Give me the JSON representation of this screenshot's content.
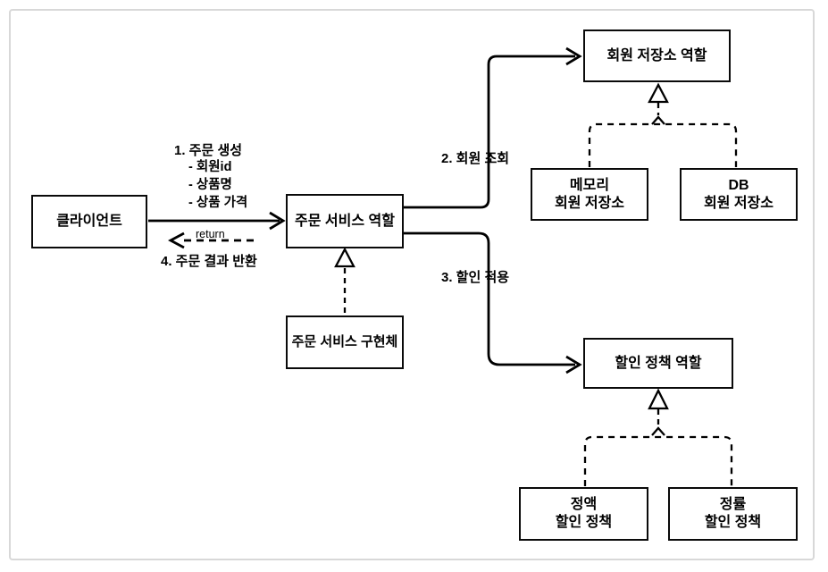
{
  "diagram": {
    "colors": {
      "line": "#000000",
      "frame_border": "#d8d8d8",
      "background": "#ffffff",
      "node_fill": "#ffffff"
    },
    "nodes": {
      "client": {
        "label": "클라이언트"
      },
      "order_service_role": {
        "label": "주문 서비스 역할"
      },
      "order_service_impl": {
        "label": "주문 서비스 구현체"
      },
      "member_repo_role": {
        "label": "회원 저장소 역할"
      },
      "memory_member_repo": {
        "line1": "메모리",
        "line2": "회원 저장소"
      },
      "db_member_repo": {
        "line1": "DB",
        "line2": "회원 저장소"
      },
      "discount_policy_role": {
        "label": "할인 정책 역할"
      },
      "fixed_discount_policy": {
        "line1": "정액",
        "line2": "할인 정책"
      },
      "rate_discount_policy": {
        "line1": "정률",
        "line2": "할인 정책"
      }
    },
    "edges": {
      "order_create": {
        "label": "1. 주문 생성",
        "params": [
          "- 회원id",
          "- 상품명",
          "- 상품 가격"
        ]
      },
      "member_lookup": {
        "label": "2. 회원 조회"
      },
      "discount_apply": {
        "label": "3. 할인 적용"
      },
      "order_return": {
        "label": "4. 주문 결과 반환",
        "note": "return"
      }
    }
  }
}
